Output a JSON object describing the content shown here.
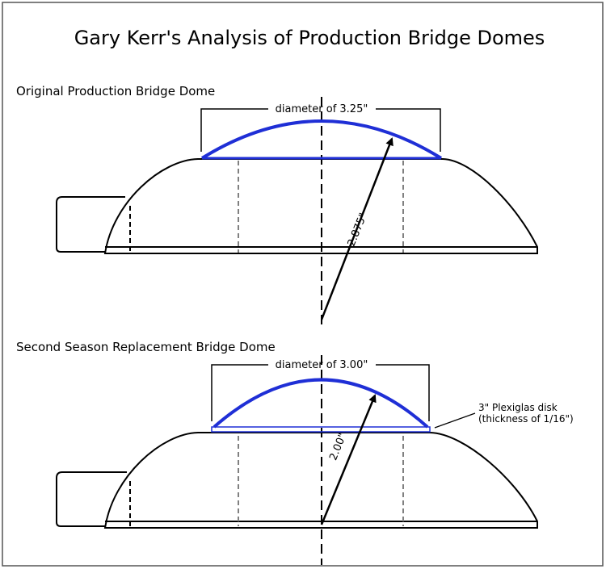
{
  "title": "Gary Kerr's Analysis of Production Bridge Domes",
  "colors": {
    "dome": "#1f2fd6",
    "outline": "#000000",
    "hidden_line": "#808080",
    "frame": "#555555"
  },
  "sections": [
    {
      "heading": "Original Production Bridge Dome",
      "diameter_label": "diameter of 3.25\"",
      "radius_label": "2.875\""
    },
    {
      "heading": "Second Season Replacement Bridge Dome",
      "diameter_label": "diameter of 3.00\"",
      "radius_label": "2.00\"",
      "callout_line1": "3\" Plexiglas disk",
      "callout_line2": "(thickness of 1/16\")"
    }
  ]
}
